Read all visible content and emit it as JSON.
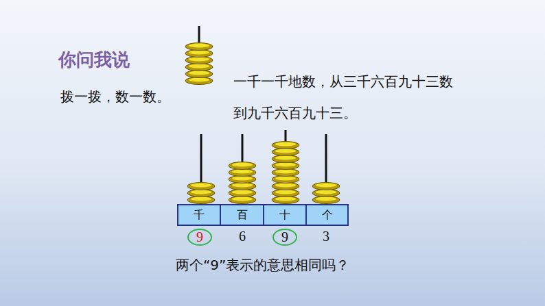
{
  "diagram": {
    "title": "你问我说",
    "nodes": [
      {
        "text": [
          "千"
        ]
      },
      {
        "text": [
          "百"
        ]
      },
      {
        "text": [
          "十"
        ]
      },
      {
        "text": [
          "个"
        ]
      },
      {
        "text": [
          "9"
        ]
      },
      {
        "text": [
          "9"
        ]
      }
    ],
    "labels": [
      "拨一拨，数一数。",
      "一千一千地数，从三千六百九十三数 到九千六百九十三。",
      "6",
      "3",
      "两个“9”表示的意思相同吗？"
    ]
  }
}
